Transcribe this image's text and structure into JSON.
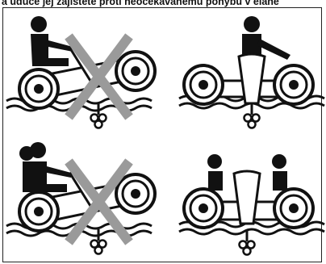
{
  "header": {
    "text": "a uduce jej zajistete proti neocekavanemu pohybu v elane"
  },
  "panels": [
    {
      "name": "wrong-one-rider",
      "status": "incorrect",
      "mark": "x-icon"
    },
    {
      "name": "correct-one-rider",
      "status": "correct",
      "mark": "none"
    },
    {
      "name": "wrong-two-riders",
      "status": "incorrect",
      "mark": "x-icon"
    },
    {
      "name": "correct-two-riders",
      "status": "correct",
      "mark": "none"
    }
  ],
  "colors": {
    "ink": "#111111",
    "cross": "#9a9a9a",
    "background": "#ffffff"
  }
}
